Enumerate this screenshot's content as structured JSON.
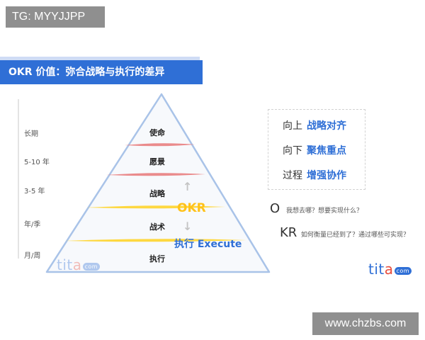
{
  "badge": {
    "text": "TG: MYYJJPP"
  },
  "title": {
    "text": "OKR 价值：弥合战略与执行的差异"
  },
  "axis": {
    "labels": [
      "长期",
      "5-10 年",
      "3-5 年",
      "年/季",
      "月/周"
    ]
  },
  "pyramid": {
    "levels": [
      "使命",
      "愿景",
      "战略",
      "战术",
      "执行"
    ],
    "okr_label": "OKR",
    "execute_label": "执行 Execute",
    "up_arrow": "↑",
    "down_arrow": "↓",
    "colors": {
      "outline": "#a9c3e8",
      "fill": "#f7f9fc",
      "pink_band": "#e87878",
      "yellow_band": "#ffd21f"
    }
  },
  "value_box": {
    "rows": [
      {
        "prefix": "向上",
        "highlight": "战略对齐"
      },
      {
        "prefix": "向下",
        "highlight": "聚焦重点"
      },
      {
        "prefix": "过程",
        "highlight": "增强协作"
      }
    ]
  },
  "okr_questions": {
    "o": {
      "letter": "O",
      "question": "我想去哪？想要实现什么？"
    },
    "kr": {
      "letter": "KR",
      "question": "如何衡量已经到了？通过哪些可实现？"
    }
  },
  "logo": {
    "part1": "tit",
    "part2": "a",
    "com": "com"
  },
  "watermark": {
    "text": "www.chzbs.com"
  }
}
